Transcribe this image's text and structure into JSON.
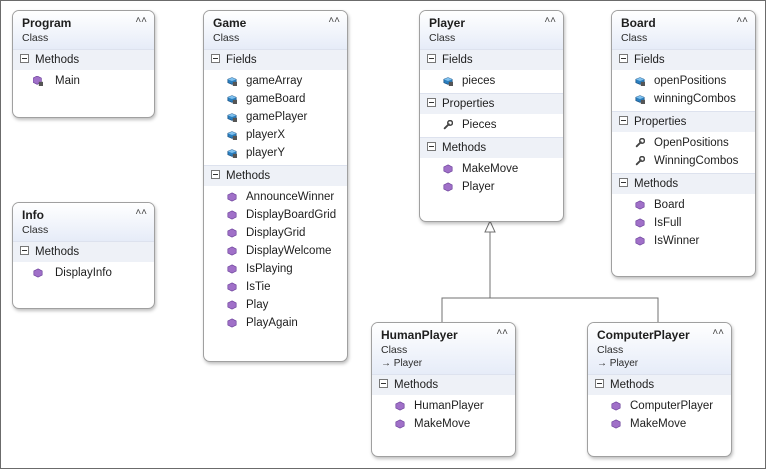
{
  "classes": {
    "program": {
      "name": "Program",
      "stereotype": "Class",
      "methods_label": "Methods",
      "methods": [
        "Main"
      ]
    },
    "info": {
      "name": "Info",
      "stereotype": "Class",
      "methods_label": "Methods",
      "methods": [
        "DisplayInfo"
      ]
    },
    "game": {
      "name": "Game",
      "stereotype": "Class",
      "fields_label": "Fields",
      "fields": [
        "gameArray",
        "gameBoard",
        "gamePlayer",
        "playerX",
        "playerY"
      ],
      "methods_label": "Methods",
      "methods": [
        "AnnounceWinner",
        "DisplayBoardGrid",
        "DisplayGrid",
        "DisplayWelcome",
        "IsPlaying",
        "IsTie",
        "Play",
        "PlayAgain"
      ]
    },
    "player": {
      "name": "Player",
      "stereotype": "Class",
      "fields_label": "Fields",
      "fields": [
        "pieces"
      ],
      "properties_label": "Properties",
      "properties": [
        "Pieces"
      ],
      "methods_label": "Methods",
      "methods": [
        "MakeMove",
        "Player"
      ]
    },
    "board": {
      "name": "Board",
      "stereotype": "Class",
      "fields_label": "Fields",
      "fields": [
        "openPositions",
        "winningCombos"
      ],
      "properties_label": "Properties",
      "properties": [
        "OpenPositions",
        "WinningCombos"
      ],
      "methods_label": "Methods",
      "methods": [
        "Board",
        "IsFull",
        "IsWinner"
      ]
    },
    "humanplayer": {
      "name": "HumanPlayer",
      "stereotype": "Class",
      "base": "Player",
      "methods_label": "Methods",
      "methods": [
        "HumanPlayer",
        "MakeMove"
      ]
    },
    "computerplayer": {
      "name": "ComputerPlayer",
      "stereotype": "Class",
      "base": "Player",
      "methods_label": "Methods",
      "methods": [
        "ComputerPlayer",
        "MakeMove"
      ]
    }
  },
  "colors": {
    "header_gradient_bottom": "#e6ecf8",
    "section_bg": "#eef1f7",
    "method_icon": "#a070c8",
    "field_icon": "#2a7fbf"
  },
  "icons": {
    "method": "method-icon",
    "field": "field-icon",
    "property": "property-icon",
    "collapse": "chevron-up-icon"
  }
}
